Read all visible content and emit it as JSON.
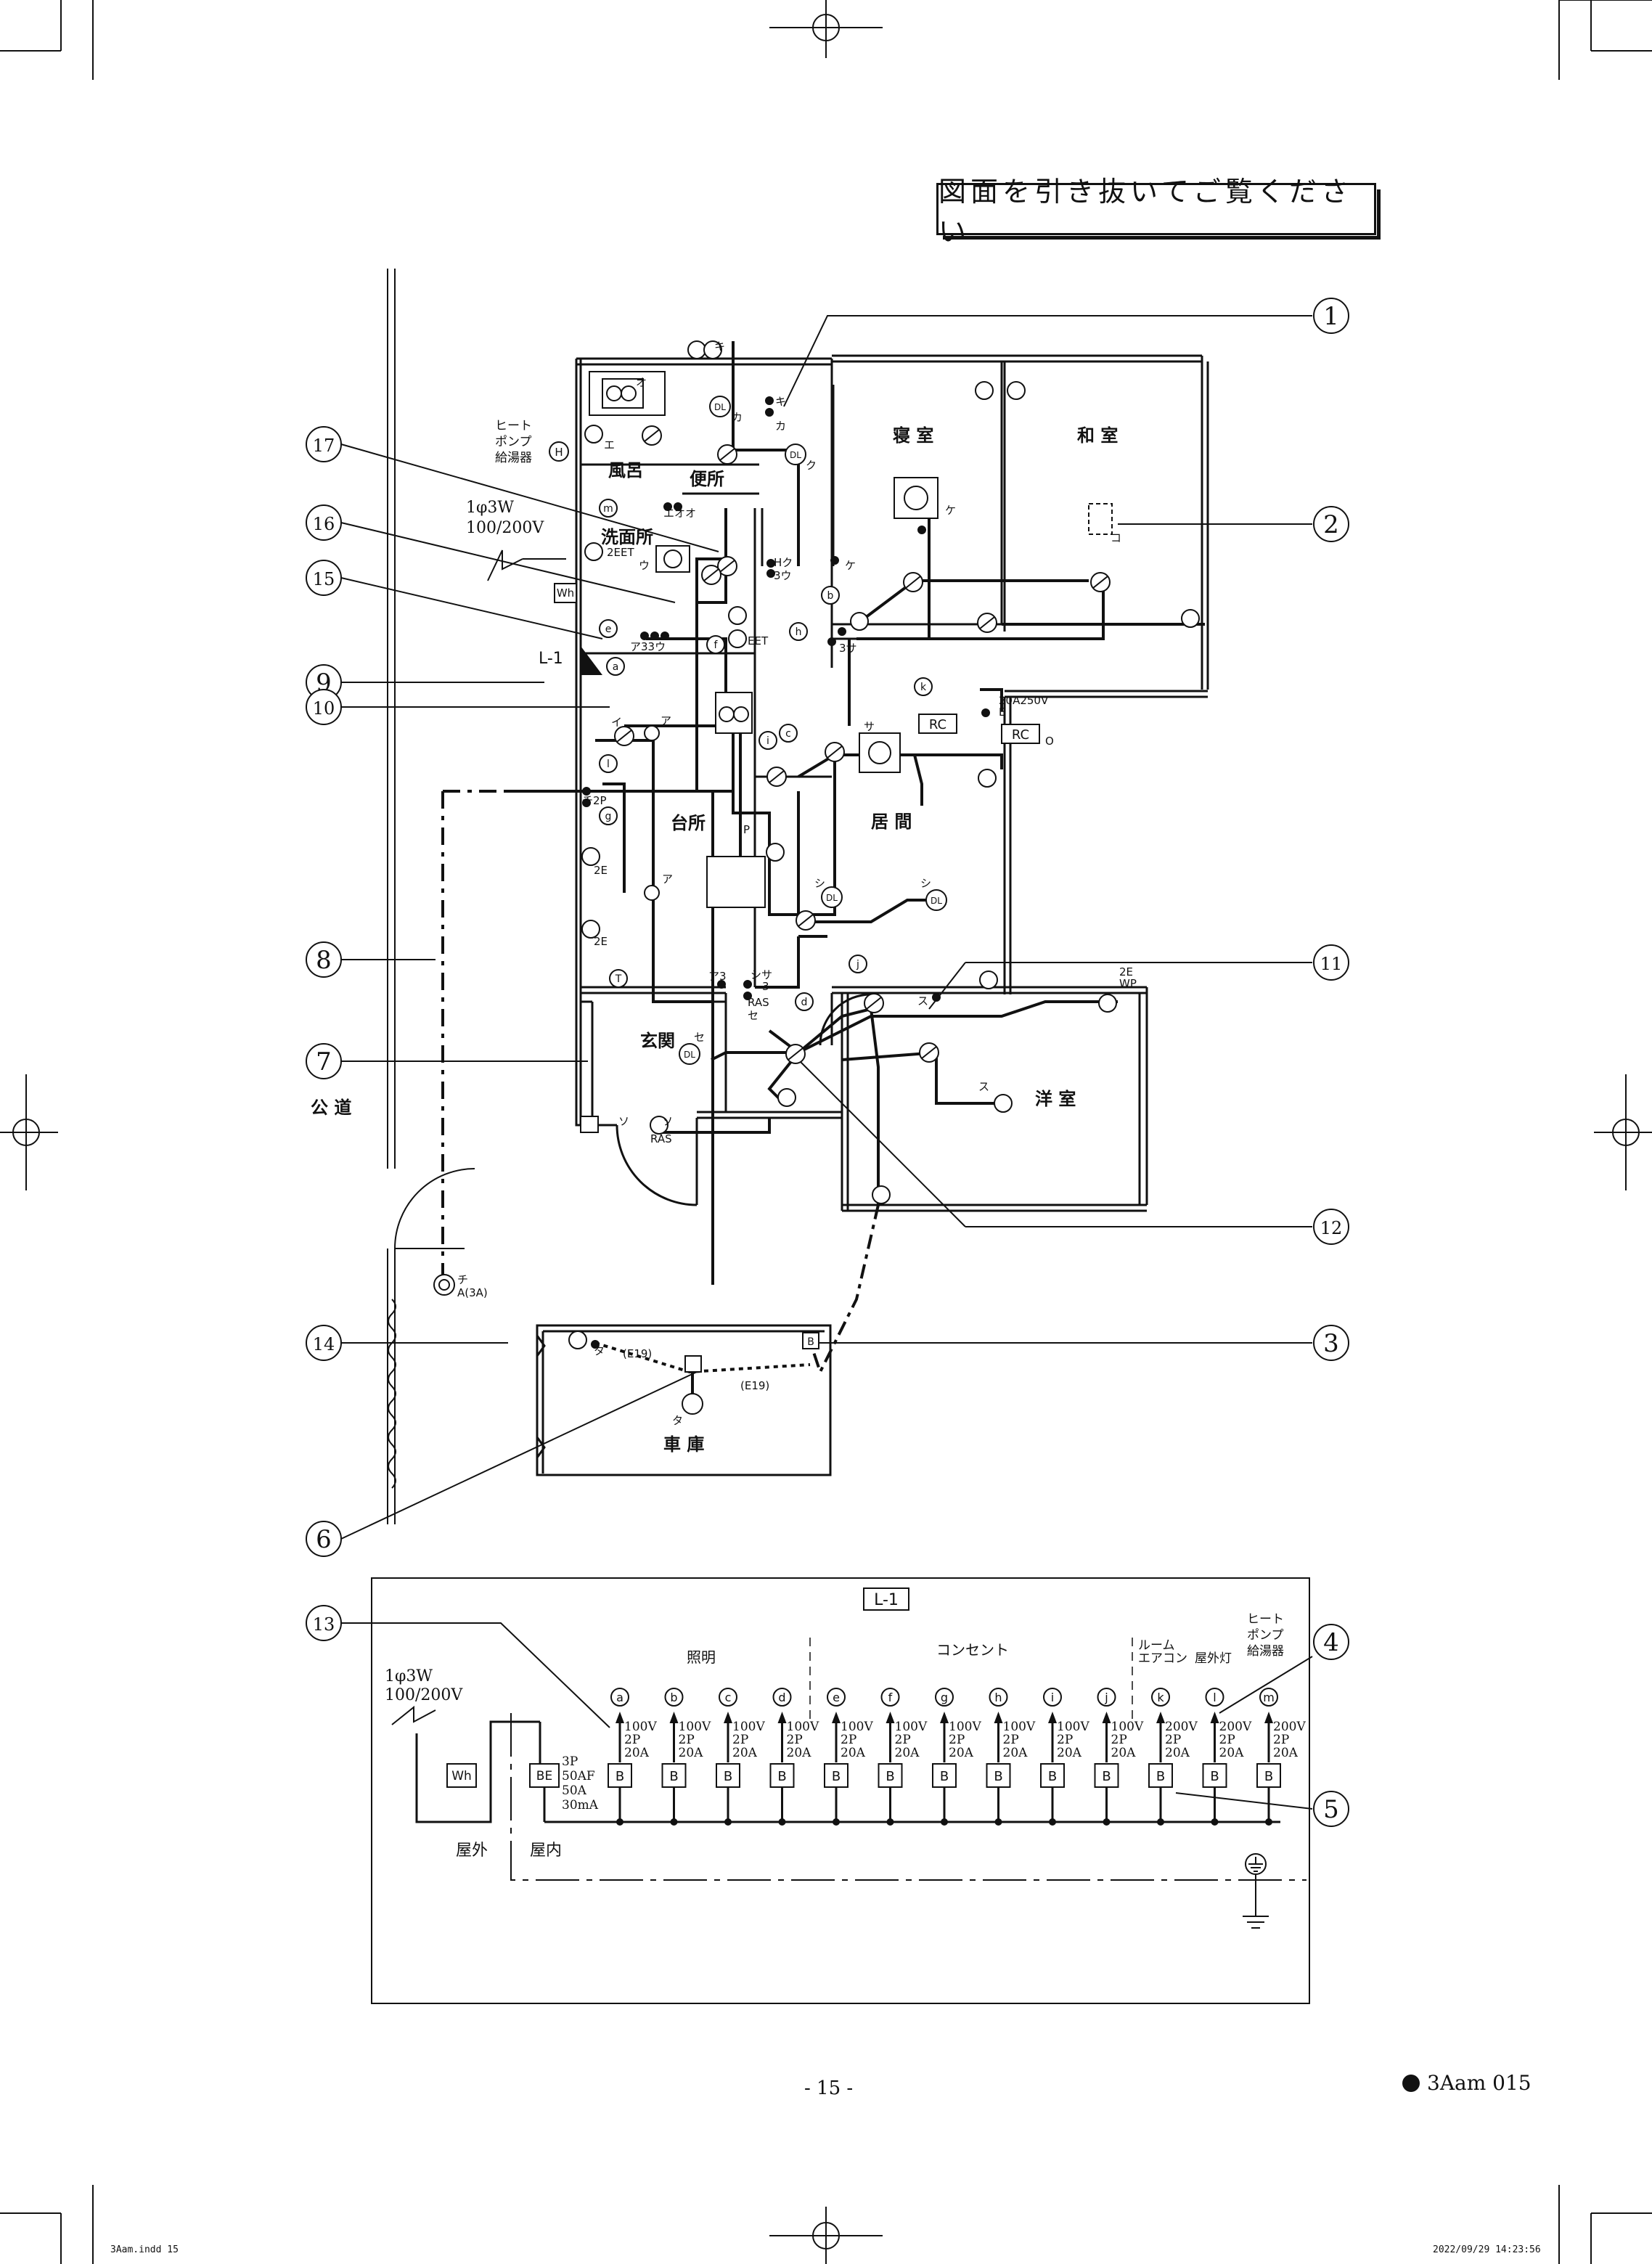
{
  "banner": "図面を引き抜いてご覧ください",
  "page_number": "- 15 -",
  "doc_code": "3Aam 015",
  "footer_left": "3Aam.indd   15",
  "footer_right": "2022/09/29   14:23:56",
  "rooms": {
    "bedroom": "寝 室",
    "washitsu": "和 室",
    "bath": "風呂",
    "toilet": "便所",
    "washroom": "洗面所",
    "kitchen": "台所",
    "living": "居 間",
    "entrance": "玄関",
    "western": "洋 室",
    "garage": "車 庫",
    "road": "公 道"
  },
  "supply": {
    "phase": "1φ3W",
    "voltage": "100/200V"
  },
  "heatpump": {
    "l1": "ヒート",
    "l2": "ポンプ",
    "l3": "給湯器"
  },
  "panel_label": "L-1",
  "callouts": [
    "1",
    "2",
    "3",
    "4",
    "5",
    "6",
    "7",
    "8",
    "9",
    "10",
    "11",
    "12",
    "13",
    "14",
    "15",
    "16",
    "17"
  ],
  "plan_labels": {
    "ki": "キ",
    "kiki": "キ",
    "ka": "カ",
    "kaka": "カ",
    "ku": "ク",
    "o": "オ",
    "e": "エ",
    "eoo": "エオオ",
    "u": "ウ",
    "hku": "Hク",
    "su3u": "3ウ",
    "ke": "ケ",
    "ke2": "ケ",
    "ko": "コ",
    "a33u": "ア33ウ",
    "eet1": "2EET",
    "eet2": "EET",
    "sa3": "3サ",
    "sa": "サ",
    "rc1": "RC",
    "rc2": "RC",
    "rcO": "O",
    "e20a": "20A250V",
    "eE": "E",
    "a": "ア",
    "a2": "ア",
    "a3": "ア3",
    "i": "イ",
    "chi": "チ",
    "chi2p": "チ2P",
    "e2a": "2E",
    "e2b": "2E",
    "p": "P",
    "shi1": "シ",
    "shi2": "シ",
    "sa33": "シサ",
    "sa3b": "3",
    "ras1": "RAS",
    "se1": "セ",
    "se2": "セ",
    "su": "ス",
    "su2": "ス",
    "so": "ソ",
    "so2": "ソ",
    "ras2": "RAS",
    "ta": "タ",
    "ta2": "タ",
    "e19a": "(E19)",
    "e19b": "(E19)",
    "chia": "チ",
    "chiA": "A(3A)",
    "wp2e": "2E",
    "wp": "WP",
    "wh": "Wh",
    "dl": "DL",
    "h": "H",
    "b": "B",
    "l1": "L-1",
    "T": "T",
    "two": "2"
  },
  "panel": {
    "title": "L-1",
    "outdoor": "屋外",
    "indoor": "屋内",
    "wh": "Wh",
    "be": {
      "label": "BE",
      "spec": [
        "3P",
        "50AF",
        "50A",
        "30mA"
      ]
    },
    "groups": {
      "lighting": "照明",
      "outlet": "コンセント",
      "aircon1": "ルーム",
      "aircon2": "エアコン",
      "outdoor_light": "屋外灯",
      "hp1": "ヒート",
      "hp2": "ポンプ",
      "hp3": "給湯器"
    },
    "circuits": [
      {
        "id": "a",
        "v": "100V",
        "p": "2P",
        "a": "20A"
      },
      {
        "id": "b",
        "v": "100V",
        "p": "2P",
        "a": "20A"
      },
      {
        "id": "c",
        "v": "100V",
        "p": "2P",
        "a": "20A"
      },
      {
        "id": "d",
        "v": "100V",
        "p": "2P",
        "a": "20A"
      },
      {
        "id": "e",
        "v": "100V",
        "p": "2P",
        "a": "20A"
      },
      {
        "id": "f",
        "v": "100V",
        "p": "2P",
        "a": "20A"
      },
      {
        "id": "g",
        "v": "100V",
        "p": "2P",
        "a": "20A"
      },
      {
        "id": "h",
        "v": "100V",
        "p": "2P",
        "a": "20A"
      },
      {
        "id": "i",
        "v": "100V",
        "p": "2P",
        "a": "20A"
      },
      {
        "id": "j",
        "v": "100V",
        "p": "2P",
        "a": "20A"
      },
      {
        "id": "k",
        "v": "200V",
        "p": "2P",
        "a": "20A"
      },
      {
        "id": "l",
        "v": "200V",
        "p": "2P",
        "a": "20A"
      },
      {
        "id": "m",
        "v": "200V",
        "p": "2P",
        "a": "20A"
      }
    ],
    "breaker": "B"
  }
}
